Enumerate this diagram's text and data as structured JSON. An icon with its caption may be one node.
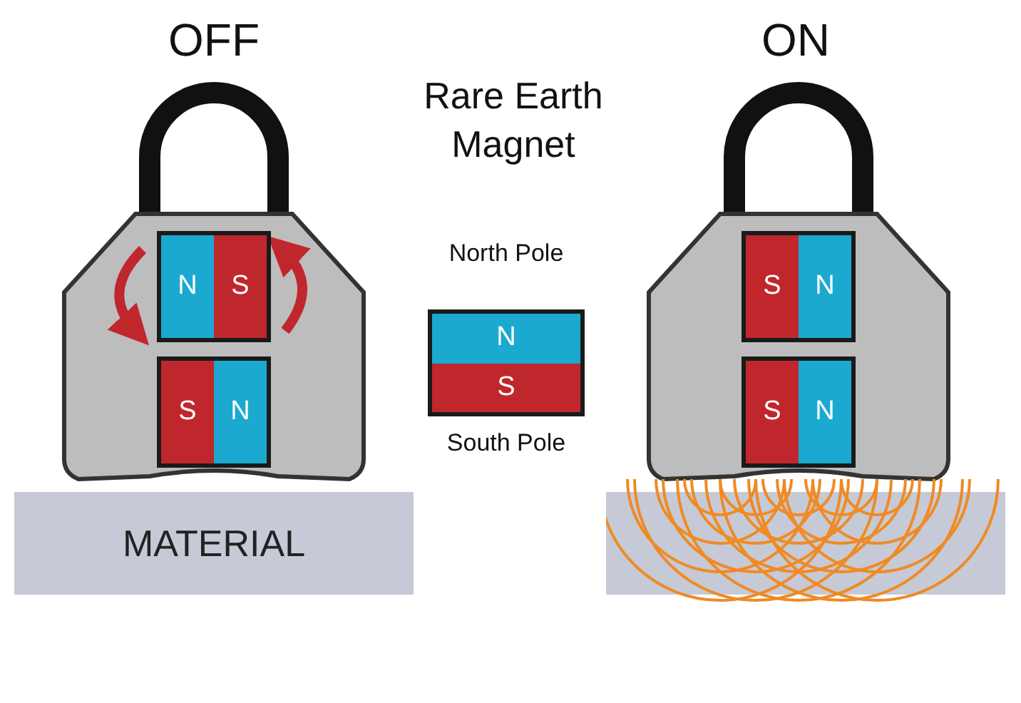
{
  "diagram": {
    "nodes": [
      {
        "text": [
          "N",
          "S"
        ]
      },
      {
        "text": [
          "N",
          "S"
        ],
        "beside": [
          "North Pole",
          "South Pole"
        ]
      },
      {
        "text": [
          "S",
          "N"
        ]
      },
      {
        "text": [
          "S",
          "N"
        ]
      },
      {
        "text": [
          "S",
          "N"
        ]
      },
      {
        "text": [
          "MATERIAL"
        ]
      }
    ],
    "labels": [
      "OFF",
      "Rare Earth Magnet",
      "ON"
    ]
  }
}
